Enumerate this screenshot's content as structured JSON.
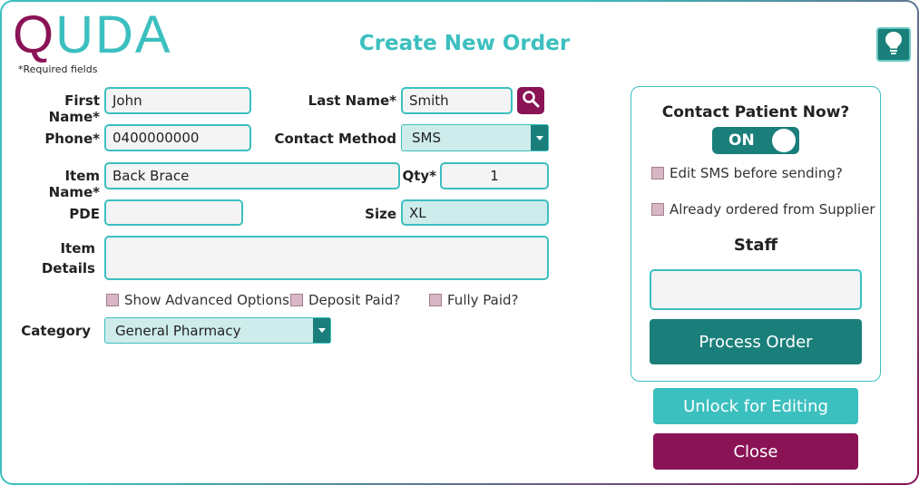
{
  "app": {
    "logo_q": "Q",
    "logo_rest": "UDA",
    "title": "Create New Order",
    "required_note": "*Required fields"
  },
  "icons": {
    "help": "lightbulb-icon",
    "search": "search-icon",
    "dropdown": "chevron-down-icon"
  },
  "colors": {
    "teal": "#3cbfbf",
    "dark_teal": "#1a7f7a",
    "magenta": "#8a1356"
  },
  "form": {
    "first_name": {
      "label": "First Name*",
      "value": "John"
    },
    "last_name": {
      "label": "Last Name*",
      "value": "Smith"
    },
    "phone": {
      "label": "Phone*",
      "value": "0400000000"
    },
    "contact_method": {
      "label": "Contact Method",
      "value": "SMS"
    },
    "item_name": {
      "label": "Item Name*",
      "value": "Back Brace"
    },
    "qty": {
      "label": "Qty*",
      "value": "1"
    },
    "pde": {
      "label": "PDE",
      "value": ""
    },
    "size": {
      "label": "Size",
      "value": "XL"
    },
    "item_details": {
      "label_line1": "Item",
      "label_line2": "Details",
      "value": ""
    },
    "show_advanced": {
      "label": "Show Advanced Options",
      "checked": false
    },
    "deposit_paid": {
      "label": "Deposit Paid?",
      "checked": false
    },
    "fully_paid": {
      "label": "Fully Paid?",
      "checked": false
    },
    "category": {
      "label": "Category",
      "value": "General Pharmacy"
    }
  },
  "panel": {
    "contact_now_label": "Contact Patient Now?",
    "toggle_label": "ON",
    "toggle_on": true,
    "edit_sms": {
      "label": "Edit SMS before sending?",
      "checked": false
    },
    "already_ordered": {
      "label": "Already ordered from Supplier",
      "checked": false
    },
    "staff_label": "Staff",
    "staff_value": "",
    "process_button": "Process Order"
  },
  "buttons": {
    "unlock": "Unlock for Editing",
    "close": "Close"
  }
}
